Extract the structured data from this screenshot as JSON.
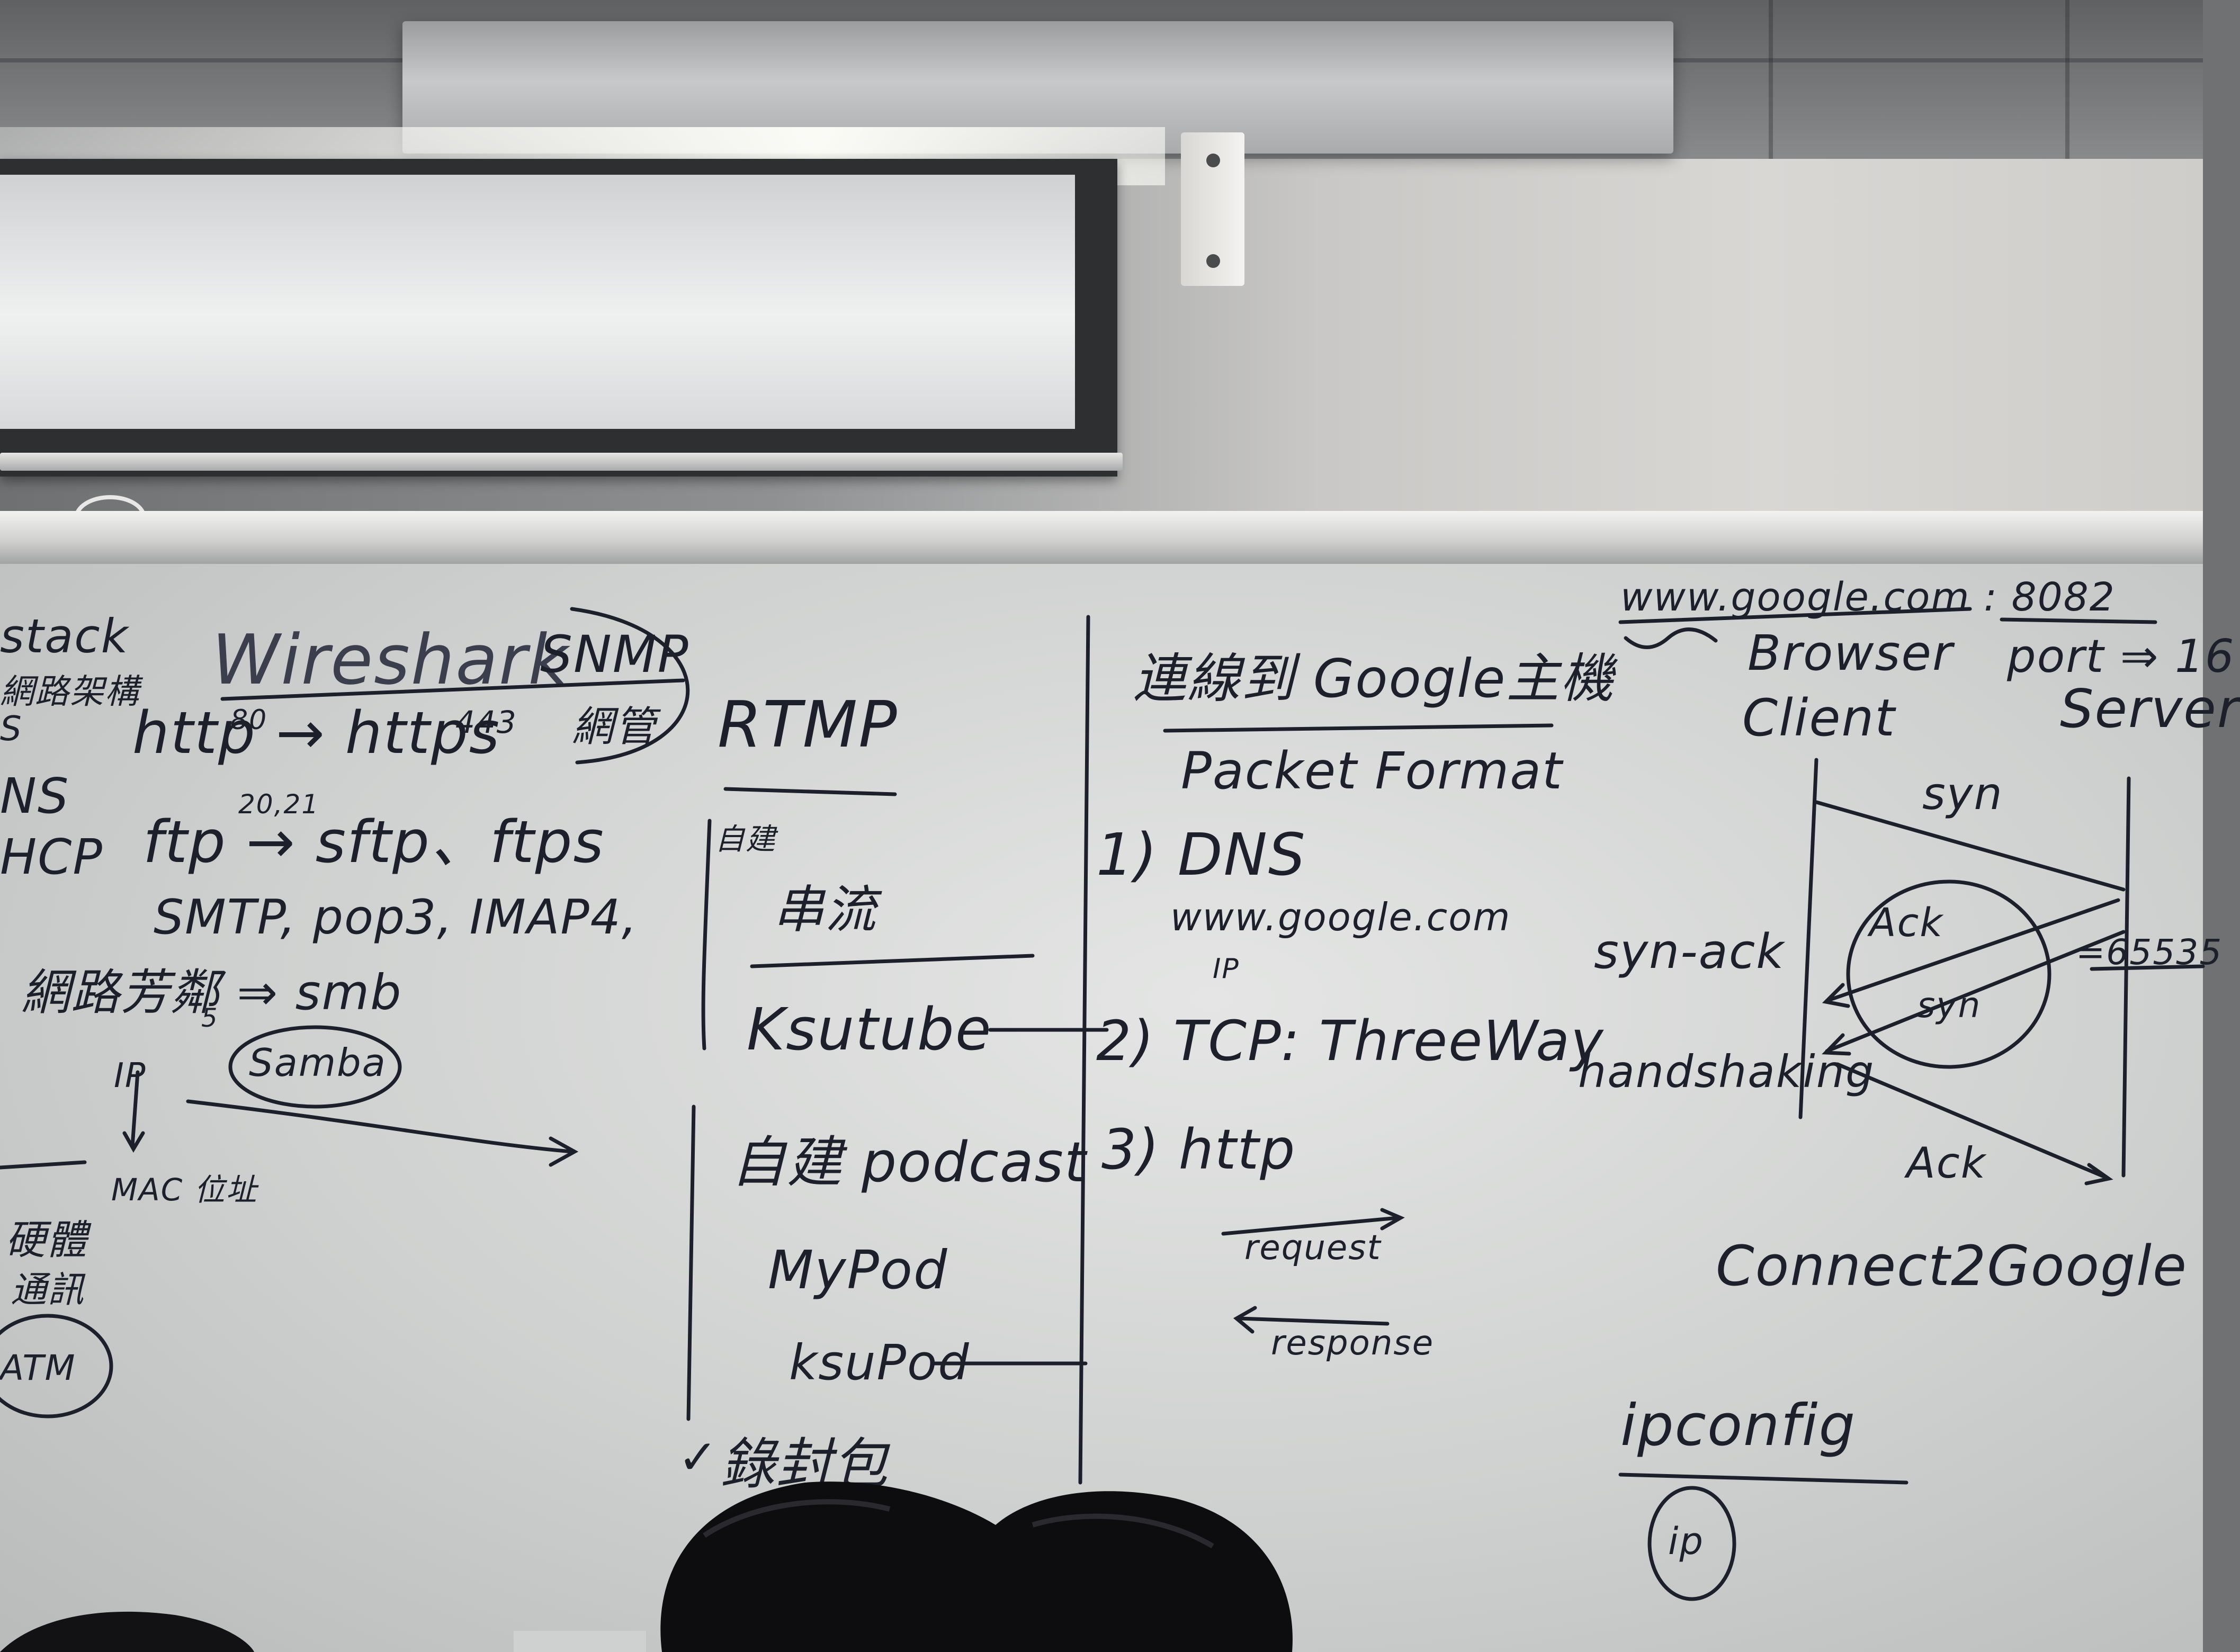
{
  "scene": {
    "description_colors": {
      "ceiling": "#6f7173",
      "wall": "#d9d7d4",
      "whiteboard": "#d6d8d7",
      "marker_ink": "#1d1f2a",
      "hair": "#0d0d0f"
    }
  },
  "whiteboard": {
    "left_section": {
      "stack": "stack",
      "stack_note": "網路架構",
      "wireshark": "Wireshark",
      "snmp": "SNMP",
      "snmp_note": "網管",
      "http_line": "http → https",
      "http_port": "80",
      "https_port": "443",
      "ftp_line": "ftp → sftp、ftps",
      "ftp_ports": "20,21",
      "mail_line": "SMTP, pop3, IMAP4,",
      "share_line": "網路芳鄰 ⇒ smb",
      "share_sub": "5",
      "samba": "Samba",
      "ip": "IP",
      "mac_line": "MAC 位址",
      "edge_left_1": "S",
      "edge_left_2": "NS",
      "edge_left_3": "HCP",
      "hardware": "硬體",
      "comm": "通訊",
      "atm": "ATM"
    },
    "middle_section": {
      "rtmp": "RTMP",
      "self_build": "自建",
      "streaming": "串流",
      "ksutube": "Ksutube",
      "podcast": "自建 podcast",
      "mypod": "MyPod",
      "ksupod": "ksuPod",
      "check": "✓",
      "recording": "錄封包"
    },
    "right_section": {
      "title": "連線到 Google主機",
      "packet_format": "Packet Format",
      "step1": "1) DNS",
      "dns_host": "www.google.com",
      "dns_ip": "IP",
      "step2": "2) TCP: ThreeWay",
      "step3": "3) http",
      "request": "request",
      "response": "response",
      "url": "www.google.com : 8082",
      "browser": "Browser",
      "client": "Client",
      "port_line": "port ⇒ 16",
      "server": "Server",
      "syn": "syn",
      "ack_circle": "Ack",
      "syn_circle": "syn",
      "syn_ack": "syn-ack",
      "handshaking": "handshaking",
      "ack_bottom": "Ack",
      "port_max": "=65535",
      "connect": "Connect2Google",
      "ipconfig": "ipconfig",
      "ip_circle": "ip"
    }
  }
}
